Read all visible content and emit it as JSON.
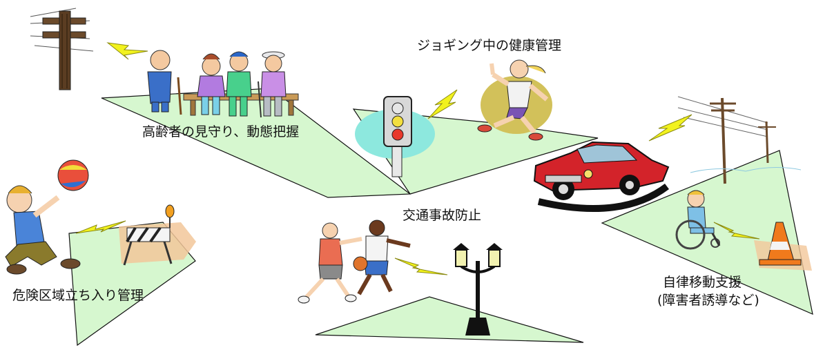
{
  "labels": {
    "elderly": "高齢者の見守り、動態把握",
    "jogging": "ジョギング中の健康管理",
    "traffic": "交通事故防止",
    "danger": "危険区域立ち入り管理",
    "mobility_line1": "自律移動支援",
    "mobility_line2": "(障害者誘導など)"
  },
  "colors": {
    "zone_fill": "#d6f7cf",
    "zone_stroke": "#111111",
    "bolt": "#f2f21e",
    "bolt_stroke": "#8a8a10"
  },
  "icons": [
    "utility-pole-icon",
    "elderly-group-icon",
    "traffic-light-icon",
    "jogger-icon",
    "car-icon",
    "power-lines-icon",
    "wheelchair-user-icon",
    "traffic-cone-icon",
    "child-with-ball-icon",
    "road-barrier-icon",
    "basketball-players-icon",
    "street-lamp-icon",
    "signal-bolt-icon"
  ]
}
